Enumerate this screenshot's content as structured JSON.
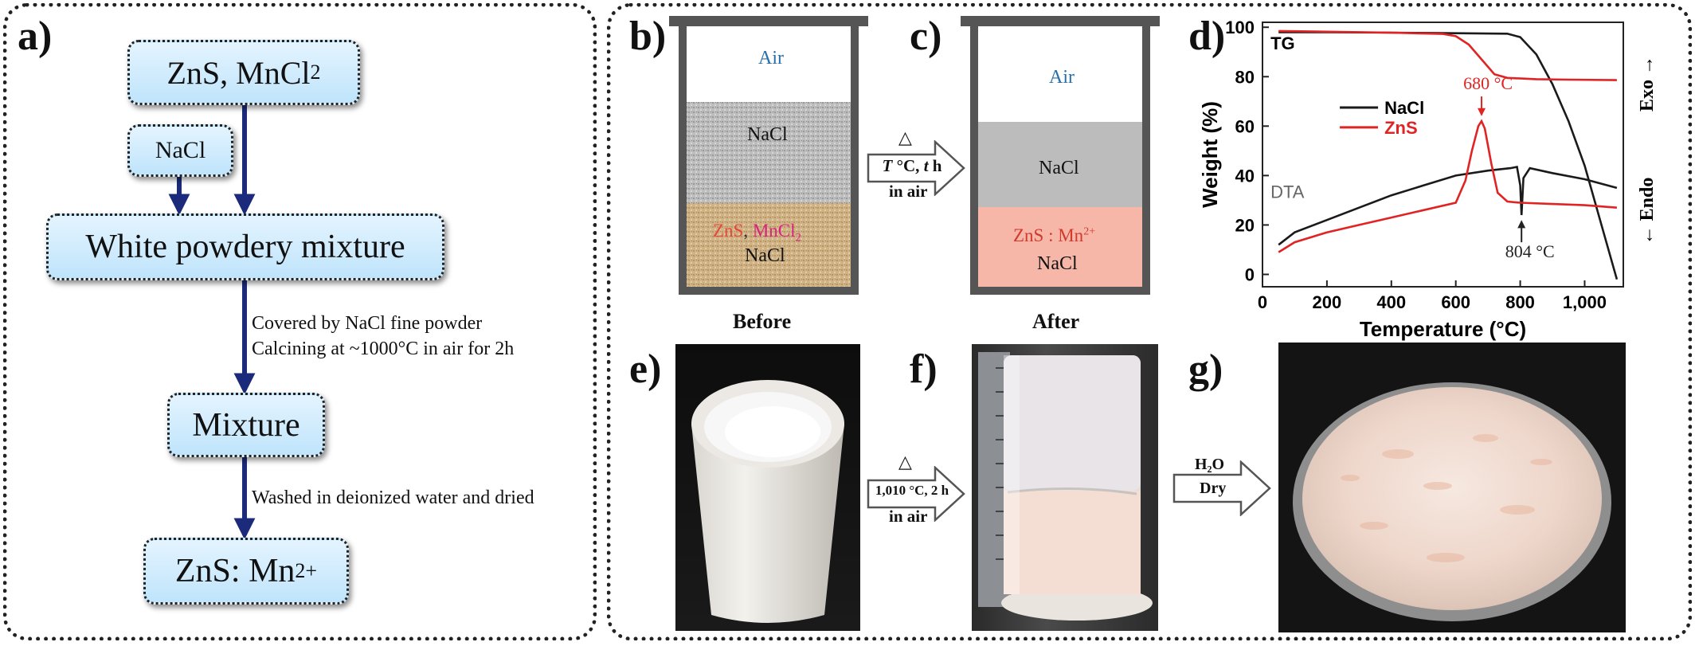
{
  "panel_labels": {
    "a": "a)",
    "b": "b)",
    "c": "c)",
    "d": "d)",
    "e": "e)",
    "f": "f)",
    "g": "g)"
  },
  "flowchart": {
    "start": {
      "text": "ZnS, MnCl",
      "sub": "2"
    },
    "nacl": "NaCl",
    "mixture1": "White powdery mixture",
    "step1_line1": "Covered by NaCl fine powder",
    "step1_line2": "Calcining at ~1000°C  in air for 2h",
    "mixture2": "Mixture",
    "step2": "Washed in deionized water and dried",
    "product": {
      "text": "ZnS:  Mn",
      "sup": "2+"
    }
  },
  "crucible_before": {
    "air": "Air",
    "nacl_top": "NaCl",
    "mix_zns": "ZnS",
    "mix_comma": ",",
    "mix_mncl": "MnCl",
    "mix_mncl_sub": "2",
    "mix_nacl": "NaCl",
    "caption": "Before"
  },
  "crucible_after": {
    "air": "Air",
    "nacl_top": "NaCl",
    "product_label": "ZnS : Mn",
    "product_sup": "2+",
    "product_nacl": "NaCl",
    "caption": "After"
  },
  "arrow_bc": {
    "triangle": "△",
    "T": "T",
    "mid": " °C, ",
    "t": "t",
    "unit": " h",
    "line2": "in air"
  },
  "arrow_ef": {
    "triangle": "△",
    "line1": "1,010 °C, 2 h",
    "line2": "in air"
  },
  "arrow_fg": {
    "line1": "H₂O",
    "line2": "Dry"
  },
  "colors": {
    "air_text": "#2a6fa8",
    "zns_red": "#e8473c",
    "mncl_magenta": "#d6247e",
    "flow_arrow": "#1b2a7a",
    "nacl_line": "#1a1a1a",
    "zns_line": "#e02424"
  },
  "chart_data": {
    "type": "line",
    "xlabel": "Temperature (°C)",
    "ylabel": "Weight (%)",
    "right_label_exo": "Exo",
    "right_label_endo": "Endo",
    "xlim": [
      0,
      1120
    ],
    "ylim": [
      -5,
      102
    ],
    "xticks": [
      0,
      200,
      400,
      600,
      800,
      1000
    ],
    "xtick_labels": [
      "0",
      "200",
      "400",
      "600",
      "800",
      "1,000"
    ],
    "yticks": [
      0,
      20,
      40,
      60,
      80,
      100
    ],
    "ytick_labels": [
      "0",
      "20",
      "40",
      "60",
      "80",
      "100"
    ],
    "legend": {
      "position": "top-left",
      "entries": [
        "NaCl",
        "ZnS"
      ]
    },
    "annotations": {
      "tg": "TG",
      "dta": "DTA",
      "peak_zns": "680 °C",
      "peak_nacl": "804 °C"
    },
    "series": [
      {
        "name": "NaCl",
        "curve": "TG",
        "x": [
          50,
          200,
          400,
          600,
          760,
          800,
          850,
          900,
          950,
          1000,
          1050,
          1100
        ],
        "y": [
          98,
          98,
          97.8,
          97.6,
          97.4,
          96,
          89,
          77,
          62,
          44,
          21,
          -2
        ]
      },
      {
        "name": "ZnS",
        "curve": "TG",
        "x": [
          50,
          200,
          400,
          560,
          600,
          640,
          680,
          720,
          760,
          850,
          950,
          1100
        ],
        "y": [
          98.5,
          98.2,
          97.8,
          97.3,
          96.4,
          93,
          87,
          81,
          79.5,
          79,
          78.8,
          78.6
        ]
      },
      {
        "name": "NaCl",
        "curve": "DTA",
        "x": [
          50,
          100,
          200,
          300,
          400,
          500,
          600,
          700,
          770,
          790,
          800,
          804,
          810,
          830,
          900,
          1000,
          1100
        ],
        "y": [
          12,
          17,
          22,
          27,
          32,
          36,
          40,
          42,
          43,
          43.5,
          36,
          24,
          39,
          43,
          41,
          38.5,
          35
        ]
      },
      {
        "name": "ZnS",
        "curve": "DTA",
        "x": [
          50,
          100,
          200,
          300,
          400,
          500,
          600,
          630,
          650,
          670,
          680,
          690,
          710,
          730,
          760,
          800,
          900,
          1000,
          1100
        ],
        "y": [
          9,
          13,
          17,
          20,
          23,
          26,
          29,
          38,
          50,
          60,
          62,
          59,
          45,
          33,
          29.5,
          29,
          28.5,
          28,
          27
        ]
      }
    ]
  }
}
